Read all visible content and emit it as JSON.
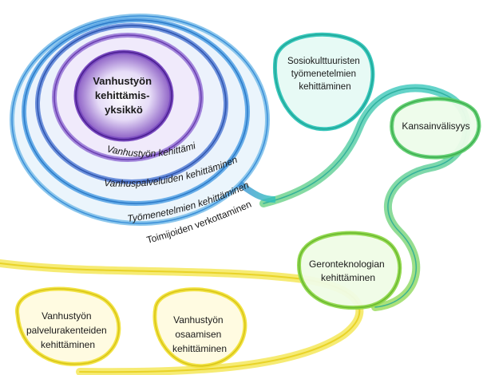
{
  "center": {
    "lines": [
      "Vanhustyön",
      "kehittämis-",
      "yksikkö"
    ]
  },
  "rings": {
    "ring1": "Vanhustyön kehittäminen",
    "ring2": "Vanhuspalveluiden kehittäminen",
    "ring3": "Työmenetelmien kehittäminen",
    "ring4": "Toimijoiden verkottaminen"
  },
  "loops": {
    "sosio": [
      "Sosiokulttuuristen",
      "työmenetelmien",
      "kehittäminen"
    ],
    "kansainvalisyys": [
      "Kansainvälisyys"
    ],
    "geronteknologia": [
      "Geronteknologian",
      "kehittäminen"
    ],
    "palvelurakenteet": [
      "Vanhustyön",
      "palvelurakenteiden",
      "kehittäminen"
    ],
    "osaaminen": [
      "Vanhustyön",
      "osaamisen",
      "kehittäminen"
    ]
  },
  "colors": {
    "purple": "#8a5cc4",
    "blue": "#3b8fd8",
    "teal": "#2fc4b8",
    "green": "#6bcf4a",
    "yellow": "#f2e23a"
  }
}
